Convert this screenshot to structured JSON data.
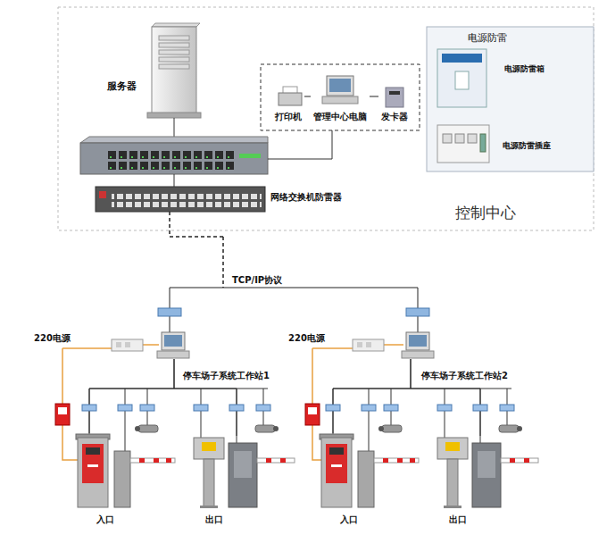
{
  "diagram": {
    "nodes": [
      {
        "text": [
          "控制中心"
        ]
      },
      {
        "text": [
          "服务器"
        ],
        "in": 0
      },
      {
        "text": [
          "打印机"
        ],
        "in": 0
      },
      {
        "text": [
          "管理中心电脑"
        ],
        "in": 0
      },
      {
        "text": [
          "发卡器"
        ],
        "in": 0
      },
      {
        "text": [
          "电源防雷"
        ],
        "in": 0
      },
      {
        "text": [
          "电源防雷箱"
        ],
        "in": 5
      },
      {
        "text": [
          "电源防雷插座"
        ],
        "in": 5
      },
      {
        "text": [
          "网络交换机防雷器"
        ],
        "in": 0
      },
      {
        "text": [
          "停车场子系统工作站1"
        ]
      },
      {
        "text": [
          "停车场子系统工作站2"
        ]
      },
      {
        "text": [
          "入口"
        ]
      },
      {
        "text": [
          "出口"
        ]
      },
      {
        "text": [
          "入口"
        ]
      },
      {
        "text": [
          "出口"
        ]
      }
    ],
    "edges": [
      {
        "from": 2,
        "to": 3,
        "arrow": "none"
      },
      {
        "from": 3,
        "to": 4,
        "arrow": "none"
      },
      {
        "from": 8,
        "to": 9,
        "arrow": "none",
        "label": "TCP/IP协议"
      },
      {
        "from": 8,
        "to": 10,
        "arrow": "none"
      },
      {
        "from": 9,
        "to": 11,
        "arrow": "none"
      },
      {
        "from": 9,
        "to": 12,
        "arrow": "none"
      },
      {
        "from": 10,
        "to": 13,
        "arrow": "none"
      },
      {
        "from": 10,
        "to": 14,
        "arrow": "none"
      }
    ],
    "labels": [
      "220电源",
      "220电源"
    ]
  }
}
